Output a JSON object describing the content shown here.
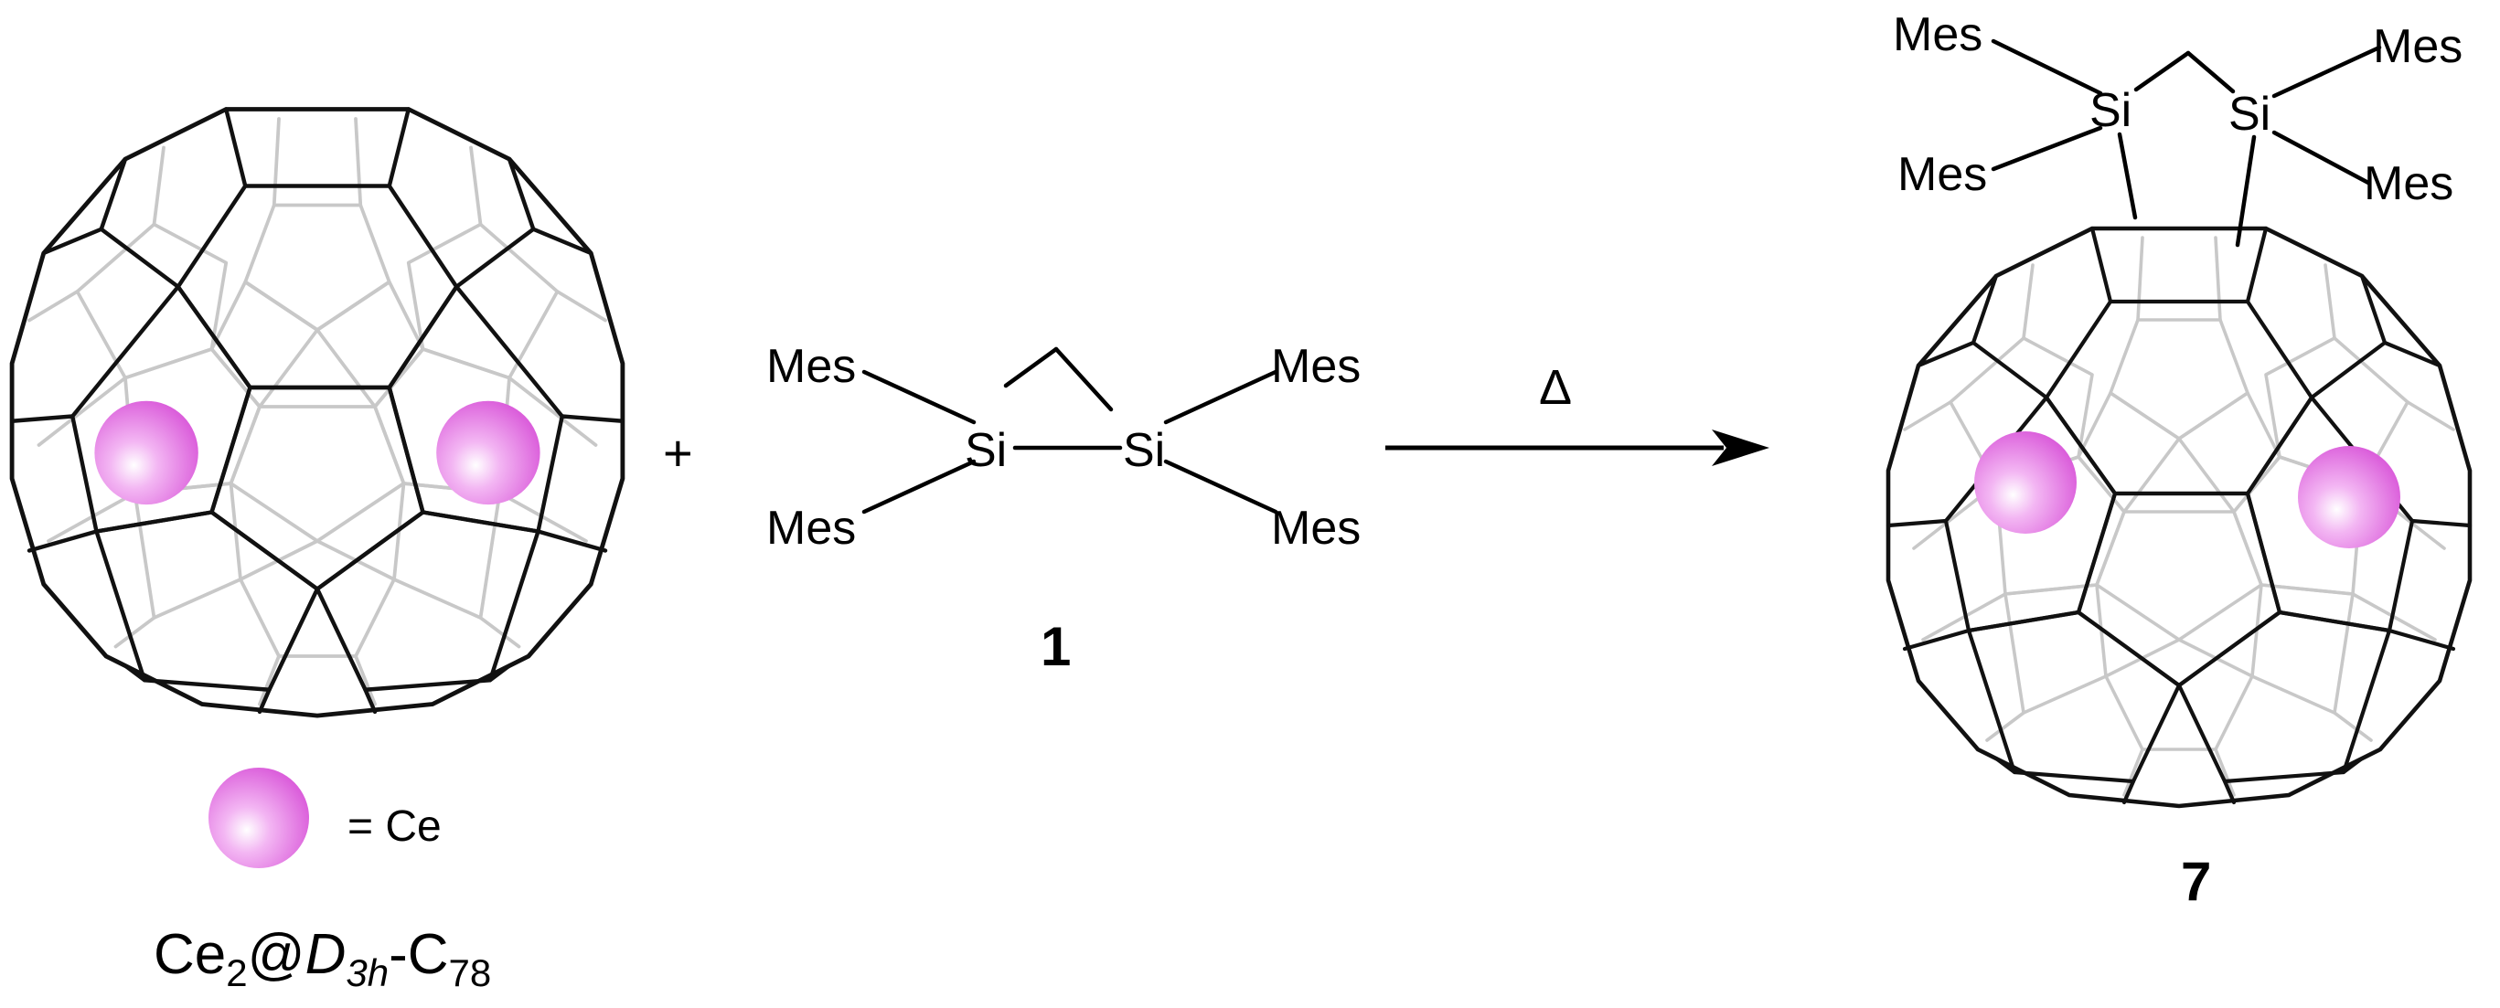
{
  "colors": {
    "cerium": "#e070e0",
    "bond": "#000000",
    "cage_back": "#c8c8c8"
  },
  "reactant_fullerene": {
    "formula_main": "Ce",
    "formula_sub1": "2",
    "formula_at": "@",
    "formula_sym": "D",
    "formula_sub2": "3h",
    "formula_dash": "-C",
    "formula_sub3": "78",
    "legend_text": "= Ce"
  },
  "plus_sign": "+",
  "reagent": {
    "number": "1",
    "si_left": "Si",
    "si_right": "Si",
    "sub_top_left": "Mes",
    "sub_bottom_left": "Mes",
    "sub_top_right": "Mes",
    "sub_bottom_right": "Mes"
  },
  "arrow": {
    "condition": "Δ"
  },
  "product": {
    "number": "7",
    "si_left": "Si",
    "si_right": "Si",
    "sub_top_left": "Mes",
    "sub_bottom_left": "Mes",
    "sub_top_right": "Mes",
    "sub_bottom_right": "Mes"
  }
}
